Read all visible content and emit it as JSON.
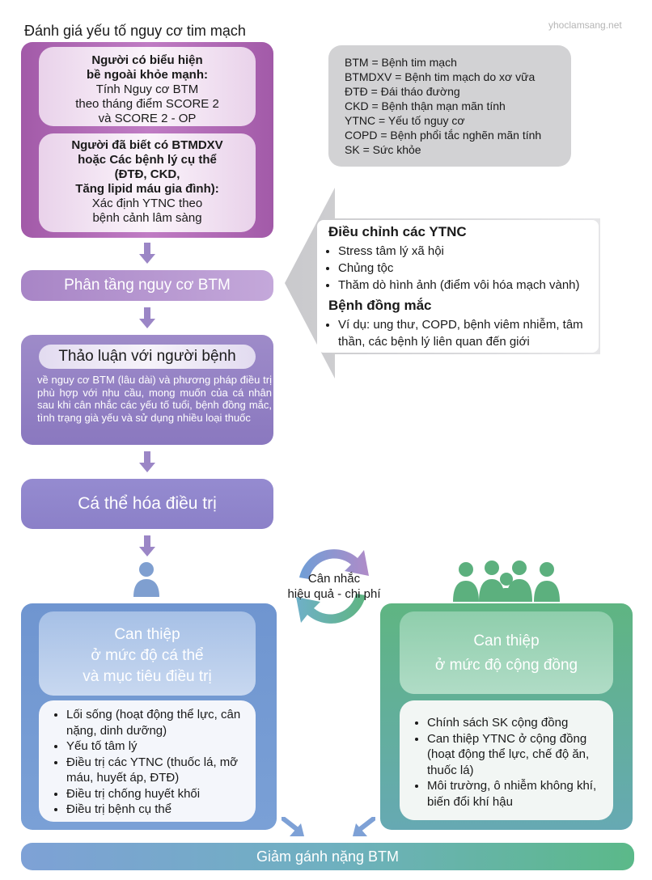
{
  "watermark": "yhoclamsang.net",
  "title": "Đánh giá yếu tố nguy cơ tim mạch",
  "assessment": {
    "box1": {
      "bold": [
        "Người có biểu hiện",
        "bề ngoài khỏe mạnh:"
      ],
      "plain": [
        "Tính Nguy cơ BTM",
        "theo tháng điểm SCORE 2",
        "và SCORE 2 - OP"
      ]
    },
    "box2": {
      "bold": [
        "Người đã biết có BTMDXV",
        "hoặc Các bệnh lý cụ thể",
        "(ĐTĐ, CKD,",
        "Tăng lipid máu gia đình):"
      ],
      "plain": [
        "Xác định YTNC theo",
        "bệnh cảnh lâm sàng"
      ]
    }
  },
  "risk_strat": "Phân tầng nguy cơ BTM",
  "discussion": {
    "title": "Thảo luận với người bệnh",
    "text": "về nguy cơ BTM (lâu dài) và phương pháp điều trị phù hợp với nhu cầu, mong muốn của cá nhân sau khi cân nhắc các yếu tố tuổi, bệnh đồng mắc, tình trạng già yếu và sử dụng nhiều loại thuốc"
  },
  "individualize": "Cá thể hóa điều trị",
  "legend": [
    "BTM = Bệnh tim mạch",
    "BTMDXV = Bệnh tim mạch do xơ vữa",
    "ĐTĐ = Đái tháo đường",
    "CKD = Bệnh thận mạn mãn tính",
    "YTNC = Yếu tố nguy cơ",
    "COPD = Bệnh phổi tắc nghẽn mãn tính",
    "SK = Sức khỏe"
  ],
  "modifiers": {
    "heading1": "Điều chỉnh các YTNC",
    "items1": [
      "Stress tâm lý xã hội",
      "Chủng tộc",
      "Thăm dò hình ảnh (điểm vôi hóa mạch vành)"
    ],
    "heading2": "Bệnh đồng mắc",
    "items2": [
      "Ví dụ: ung thư, COPD, bệnh viêm nhiễm, tâm thần, các bệnh lý liên quan đến giới"
    ]
  },
  "cost": [
    "Cân nhắc",
    "hiệu quả - chi phí"
  ],
  "individual": {
    "title": [
      "Can thiệp",
      "ở mức độ cá thể",
      "và mục tiêu điều trị"
    ],
    "items": [
      "Lối sống (hoạt động thể lực, cân nặng, dinh dưỡng)",
      "Yếu tố tâm lý",
      "Điều trị các YTNC (thuốc lá, mỡ máu, huyết áp, ĐTĐ)",
      "Điều trị chống huyết khối",
      "Điều trị bệnh cụ thể"
    ]
  },
  "community": {
    "title": [
      "Can thiệp",
      "ở mức độ cộng đồng"
    ],
    "items": [
      "Chính sách SK cộng đồng",
      "Can thiệp YTNC ở cộng đồng (hoạt động thể lực, chế độ ăn, thuốc lá)",
      "Môi trường, ô nhiễm không khí, biến đổi khí hậu"
    ]
  },
  "outcome": "Giảm gánh nặng BTM",
  "colors": {
    "purple_panel": "#a25aa8",
    "lavender": "#9e8bc9",
    "blue_panel": "#6f95d0",
    "green_panel": "#5fb582",
    "legend_bg": "#d2d2d4",
    "arrow_bg": "#d9d9db"
  }
}
